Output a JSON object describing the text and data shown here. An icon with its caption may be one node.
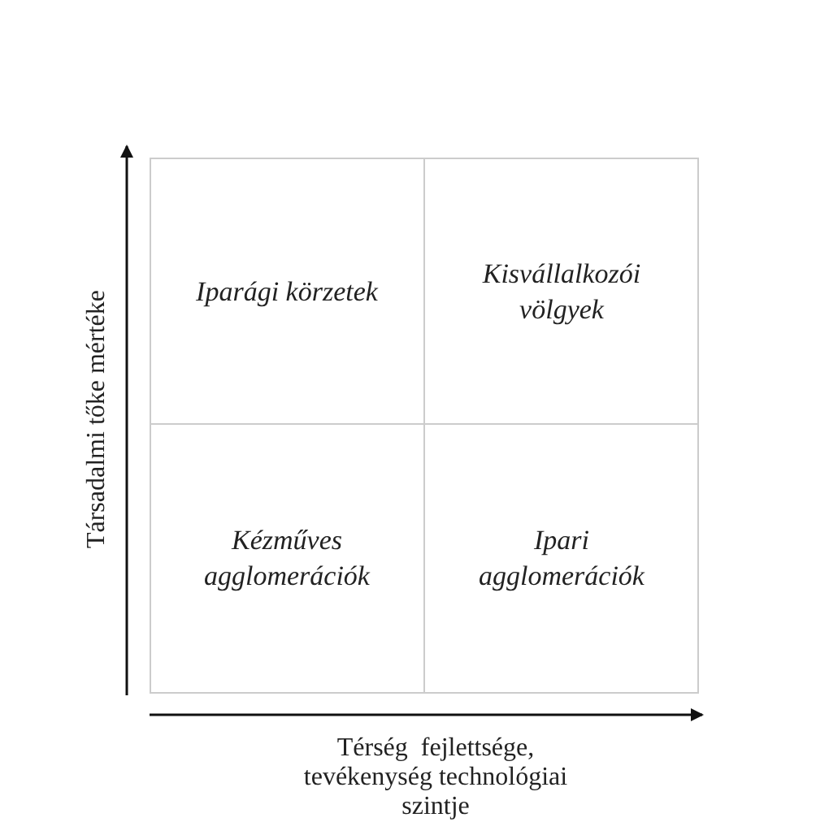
{
  "diagram": {
    "nodes": [
      {
        "text": [
          "Iparági körzetek"
        ]
      },
      {
        "text": [
          "Kisvállalkozói völgyek"
        ]
      },
      {
        "text": [
          "Kézműves agglomerációk"
        ]
      },
      {
        "text": [
          "Ipari agglomerációk"
        ]
      }
    ],
    "edges": [],
    "labels": [
      "Társadalmi tőke mértéke",
      "Térség  fejlettsége, tevékenység technológiai szintje"
    ]
  }
}
